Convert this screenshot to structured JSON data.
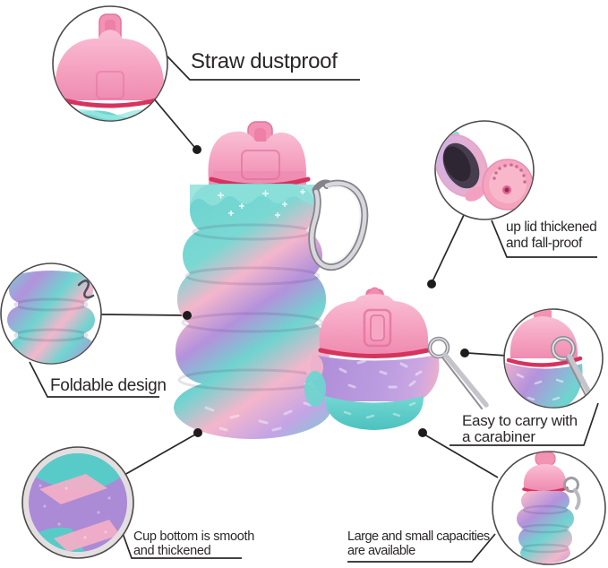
{
  "product": {
    "name": "collapsible-silicone-water-bottle",
    "palette": {
      "lid_pink": "#f6a6c1",
      "deep_pink": "#ee86ad",
      "seal_crimson": "#d6335f",
      "teal": "#63d0cc",
      "lavender": "#b392dc",
      "soft_pink": "#f4b6cb",
      "silver": "#b9b9bf",
      "annotation_line": "#2b2728",
      "text": "#2b2728",
      "background": "#ffffff"
    }
  },
  "callouts": {
    "straw": {
      "label": "Straw dustproof"
    },
    "up_lid": {
      "line1": "up lid thickened",
      "line2": "and fall-proof"
    },
    "foldable": {
      "label": "Foldable design"
    },
    "carry": {
      "line1": "Easy to carry with",
      "line2": "a carabiner"
    },
    "cup_bottom": {
      "line1": "Cup bottom is smooth",
      "line2": "and thickened"
    },
    "capacity": {
      "line1": "Large and small capacities",
      "line2": "are available"
    }
  }
}
